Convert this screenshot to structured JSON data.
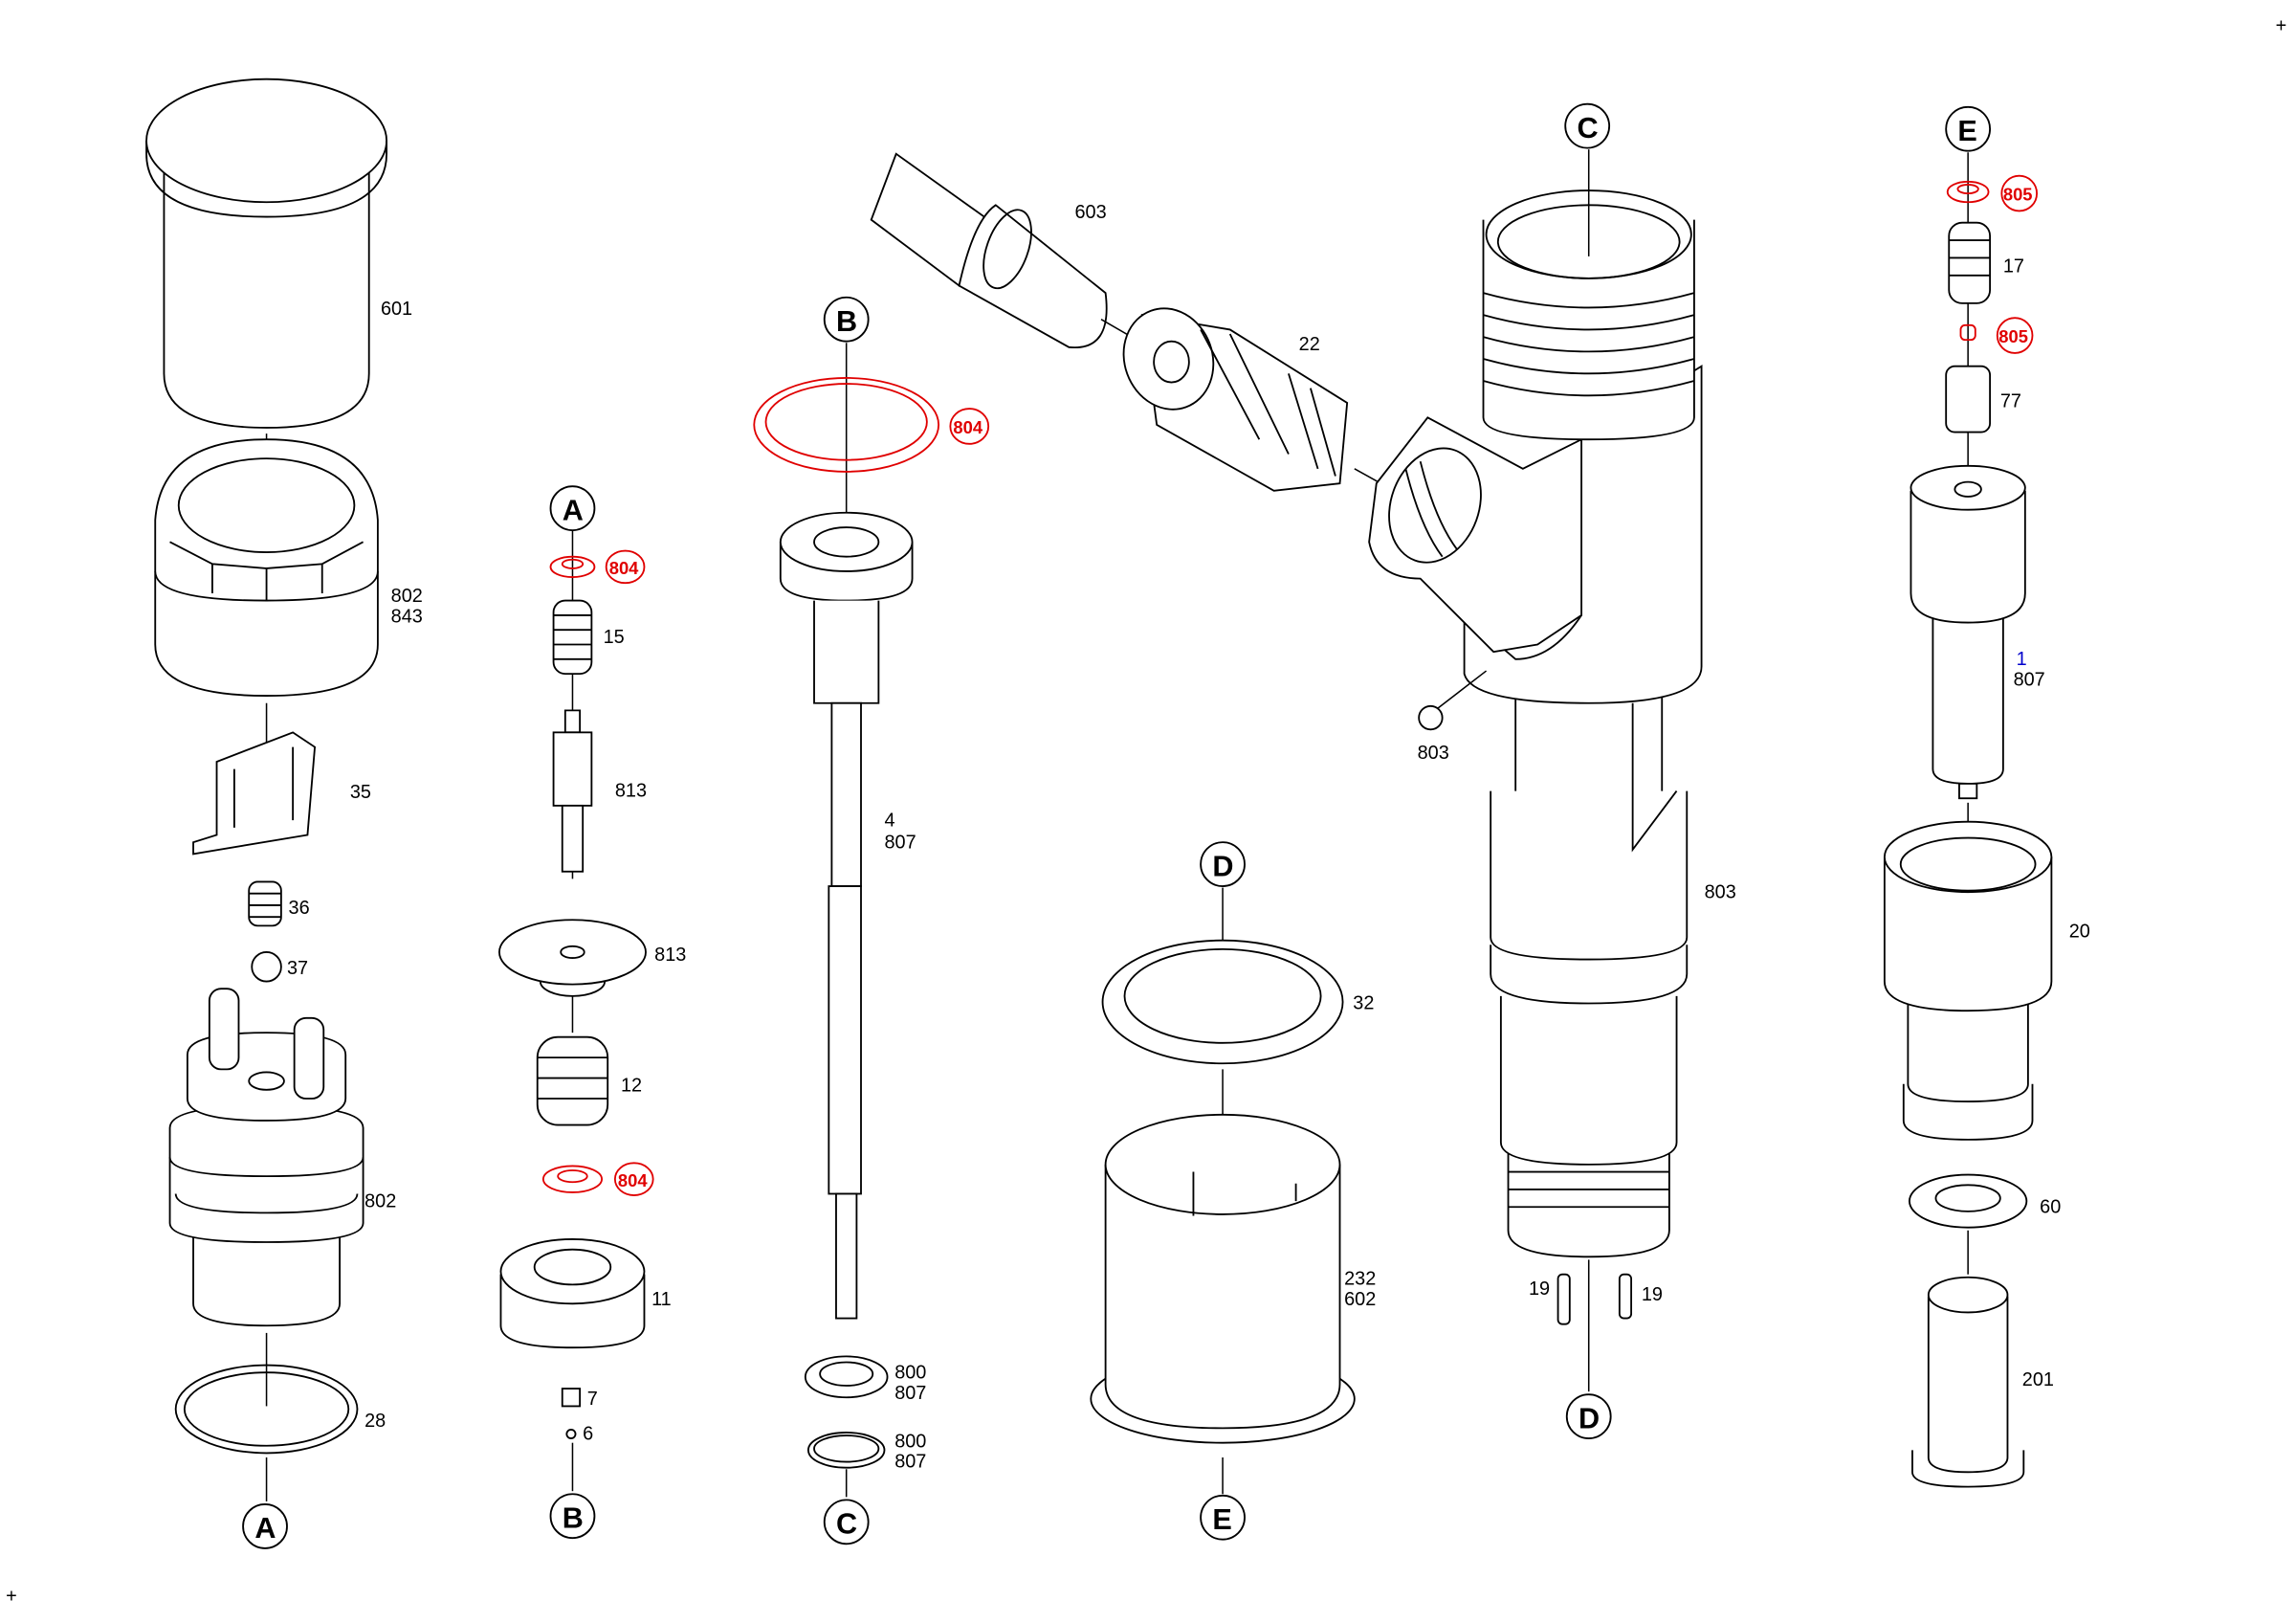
{
  "diagram": {
    "corner_marks": [
      "+",
      "+"
    ],
    "refs": {
      "A_top": "A",
      "A_bottom": "A",
      "B_top": "B",
      "B_bottom": "B",
      "C_top": "C",
      "C_bottom": "C",
      "D_top": "D",
      "D_bottom": "D",
      "E_top": "E",
      "E_bottom": "E"
    },
    "parts": {
      "p601": "601",
      "p802a": "802",
      "p843": "843",
      "p35": "35",
      "p36": "36",
      "p37": "37",
      "p802b": "802",
      "p28": "28",
      "p15": "15",
      "p813a": "813",
      "p813b": "813",
      "p12": "12",
      "p11": "11",
      "p7": "7",
      "p6": "6",
      "p603": "603",
      "p22": "22",
      "p4": "4",
      "p807a": "807",
      "p800a": "800",
      "p807b": "807",
      "p800b": "800",
      "p807c": "807",
      "p803a": "803",
      "p803b": "803",
      "p32": "32",
      "p232": "232",
      "p602": "602",
      "p19a": "19",
      "p19b": "19",
      "p17": "17",
      "p77": "77",
      "p1": "1",
      "p807d": "807",
      "p20": "20",
      "p60": "60",
      "p201": "201"
    },
    "red_parts": {
      "r804a": "804",
      "r804b": "804",
      "r804c": "804",
      "r805a": "805",
      "r805b": "805"
    },
    "colors": {
      "line": "#000000",
      "highlight": "#e00000",
      "blue_label": "#0000cc"
    }
  }
}
